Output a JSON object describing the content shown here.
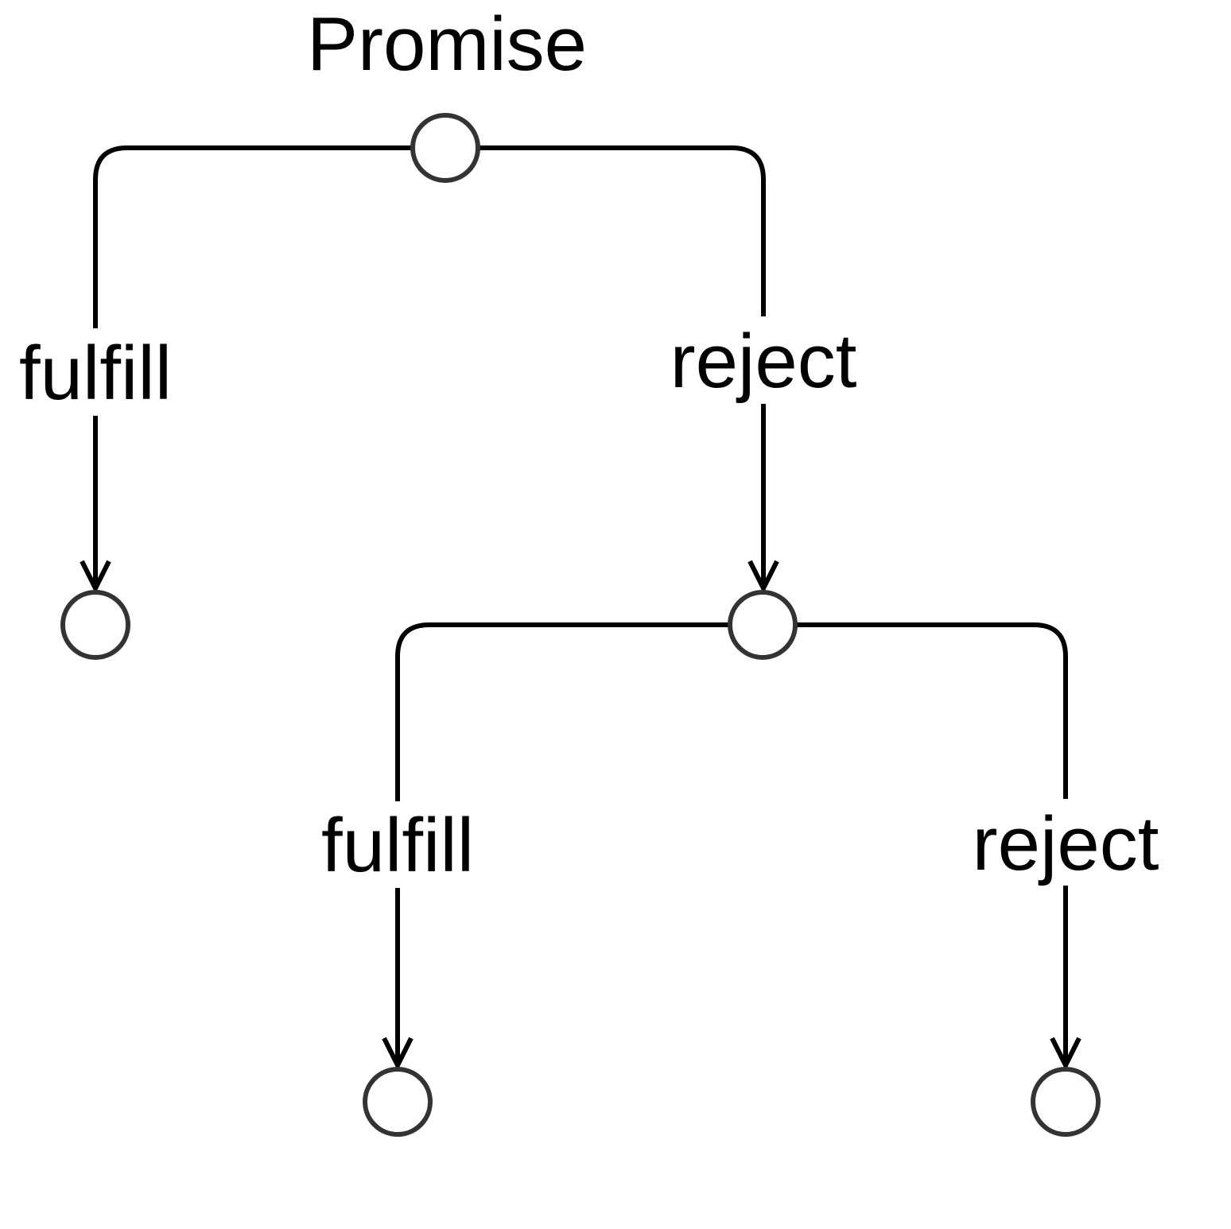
{
  "title": "Promise",
  "nodes": [
    {
      "id": "root"
    },
    {
      "id": "fulfilled-1"
    },
    {
      "id": "rejected-1"
    },
    {
      "id": "fulfilled-2"
    },
    {
      "id": "rejected-2"
    }
  ],
  "edges": [
    {
      "id": "edge-root-fulfill",
      "label": "fulfill",
      "from": "root",
      "to": "fulfilled-1"
    },
    {
      "id": "edge-root-reject",
      "label": "reject",
      "from": "root",
      "to": "rejected-1"
    },
    {
      "id": "edge-rejected-fulfill",
      "label": "fulfill",
      "from": "rejected-1",
      "to": "fulfilled-2"
    },
    {
      "id": "edge-rejected-reject",
      "label": "reject",
      "from": "rejected-1",
      "to": "rejected-2"
    }
  ],
  "colors": {
    "edge": "#000000",
    "node_stroke": "#333333",
    "node_fill": "#ffffff",
    "text": "#000000"
  }
}
